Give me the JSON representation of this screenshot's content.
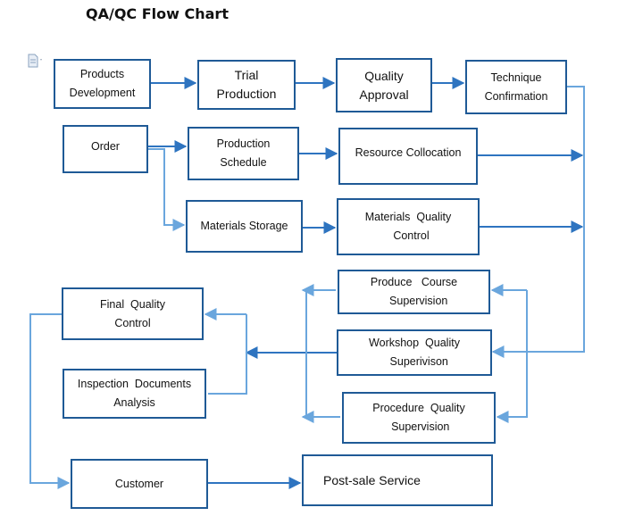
{
  "title": "QA/QC Flow Chart",
  "colors": {
    "box_border": "#1f5a96",
    "connector_dark": "#2e74c0",
    "connector_light": "#6aa6dd"
  },
  "icons": {
    "document": "document-icon"
  },
  "boxes": {
    "products_development": "Products\nDevelopment",
    "trial_production": "Trial\nProduction",
    "quality_approval": "Quality\nApproval",
    "technique_confirmation": "Technique\nConfirmation",
    "order": "Order",
    "production_schedule": "Production\nSchedule",
    "resource_collocation": "Resource Collocation",
    "materials_storage": "Materials Storage",
    "materials_quality_control": "Materials  Quality\n  Control",
    "produce_course_supervision": "Produce   Course\n   Supervision",
    "workshop_quality_supervision": "Workshop  Quality\n   Superivison",
    "procedure_quality_supervision": "Procedure  Quality\n Supervision",
    "final_quality_control": "Final  Quality\nControl",
    "inspection_documents_analysis": "Inspection  Documents\nAnalysis",
    "customer": "Customer",
    "post_sale_service": "Post-sale Service"
  }
}
